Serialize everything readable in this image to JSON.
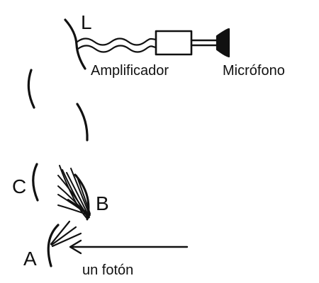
{
  "diagram": {
    "labels": {
      "L": "L",
      "amplifier": "Amplificador",
      "microphone": "Micrófono",
      "C": "C",
      "B": "B",
      "A": "A",
      "photon": "un fotón"
    },
    "colors": {
      "ink": "#111111",
      "background": "#ffffff"
    }
  }
}
